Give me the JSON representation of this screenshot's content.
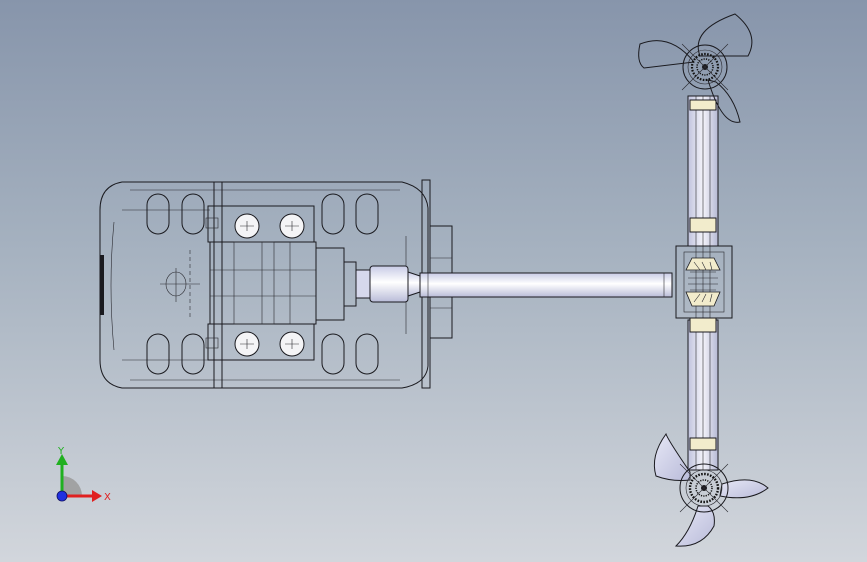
{
  "viewport": {
    "background_top": "#8795ab",
    "background_bottom": "#d2d6dc"
  },
  "model": {
    "parts": [
      "motor-housing",
      "motor-flange",
      "coupling",
      "drive-shaft",
      "gearbox",
      "vertical-tube",
      "upper-propeller",
      "lower-propeller"
    ],
    "colors": {
      "line": "#1a1a1f",
      "shaft_fill": "#dfe1f2",
      "shaft_highlight": "#ffffff",
      "gear_fill": "#f2eccc",
      "bolt_fill": "#f4f4f6",
      "blade_fill": "#c9cbe6"
    }
  },
  "triad": {
    "x_label": "X",
    "y_label": "Y",
    "x_color": "#e02020",
    "y_color": "#20b020",
    "z_color": "#2030e0"
  }
}
